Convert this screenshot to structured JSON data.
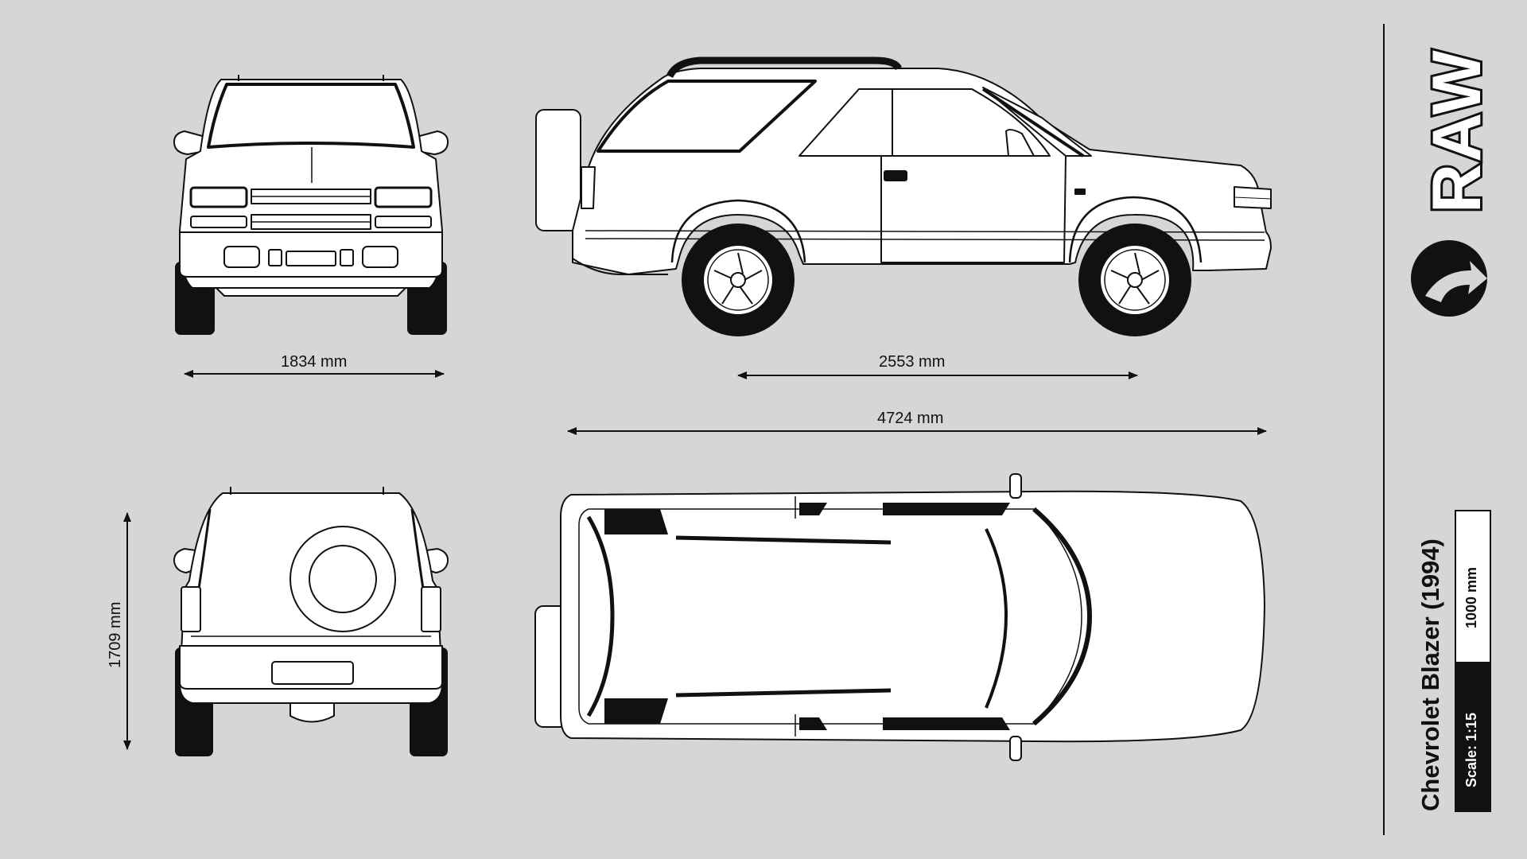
{
  "brand": {
    "logo_text": "RAW"
  },
  "title": "Chevrolet Blazer (1994)",
  "scale": {
    "label": "Scale: 1:15",
    "bar_label": "1000 mm"
  },
  "dimensions": {
    "width": "1834 mm",
    "wheelbase": "2553 mm",
    "length": "4724 mm",
    "height": "1709 mm"
  },
  "views": [
    "front-view",
    "side-view",
    "rear-view",
    "top-view"
  ]
}
